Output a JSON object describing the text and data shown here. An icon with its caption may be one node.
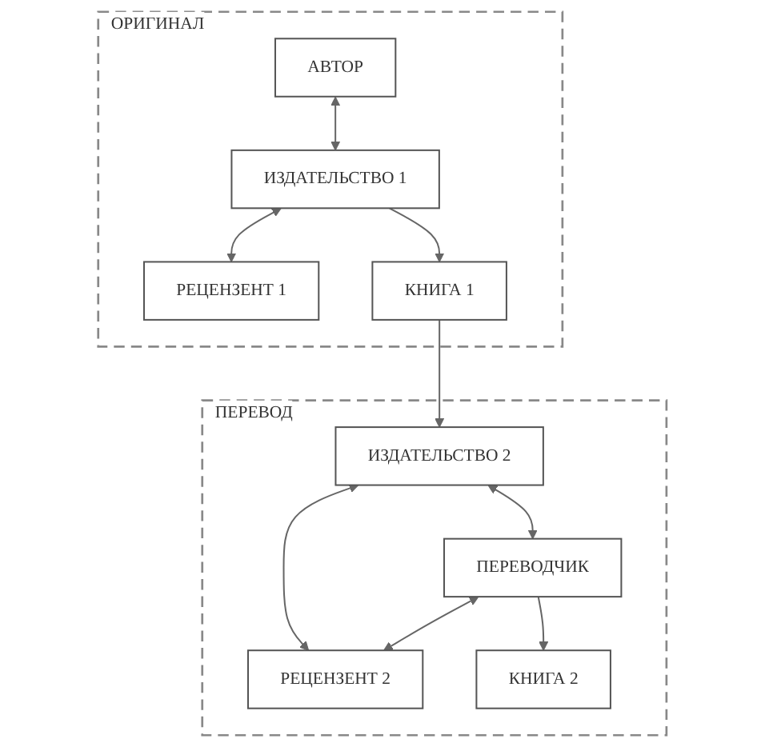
{
  "diagram": {
    "nodes": [
      {
        "text": [
          "ОРИГИНАЛ"
        ]
      },
      {
        "text": [
          "АВТОР"
        ],
        "in": 0
      },
      {
        "text": [
          "ИЗДАТЕЛЬСТВО 1"
        ],
        "in": 0
      },
      {
        "text": [
          "РЕЦЕНЗЕНТ 1"
        ],
        "in": 0
      },
      {
        "text": [
          "КНИГА 1"
        ],
        "in": 0
      },
      {
        "text": [
          "ПЕРЕВОД"
        ]
      },
      {
        "text": [
          "ИЗДАТЕЛЬСТВО 2"
        ],
        "in": 5
      },
      {
        "text": [
          "ПЕРЕВОДЧИК"
        ],
        "in": 5
      },
      {
        "text": [
          "РЕЦЕНЗЕНТ 2"
        ],
        "in": 5
      },
      {
        "text": [
          "КНИГА 2"
        ],
        "in": 5
      }
    ],
    "edges": [
      {
        "from": 1,
        "to": 2,
        "arrow": "both"
      },
      {
        "from": 2,
        "to": 3,
        "arrow": "both"
      },
      {
        "from": 2,
        "to": 4,
        "arrow": "to"
      },
      {
        "from": 4,
        "to": 6,
        "arrow": "to"
      },
      {
        "from": 6,
        "to": 7,
        "arrow": "both"
      },
      {
        "from": 6,
        "to": 8,
        "arrow": "both"
      },
      {
        "from": 7,
        "to": 8,
        "arrow": "both"
      },
      {
        "from": 7,
        "to": 9,
        "arrow": "to"
      }
    ]
  }
}
